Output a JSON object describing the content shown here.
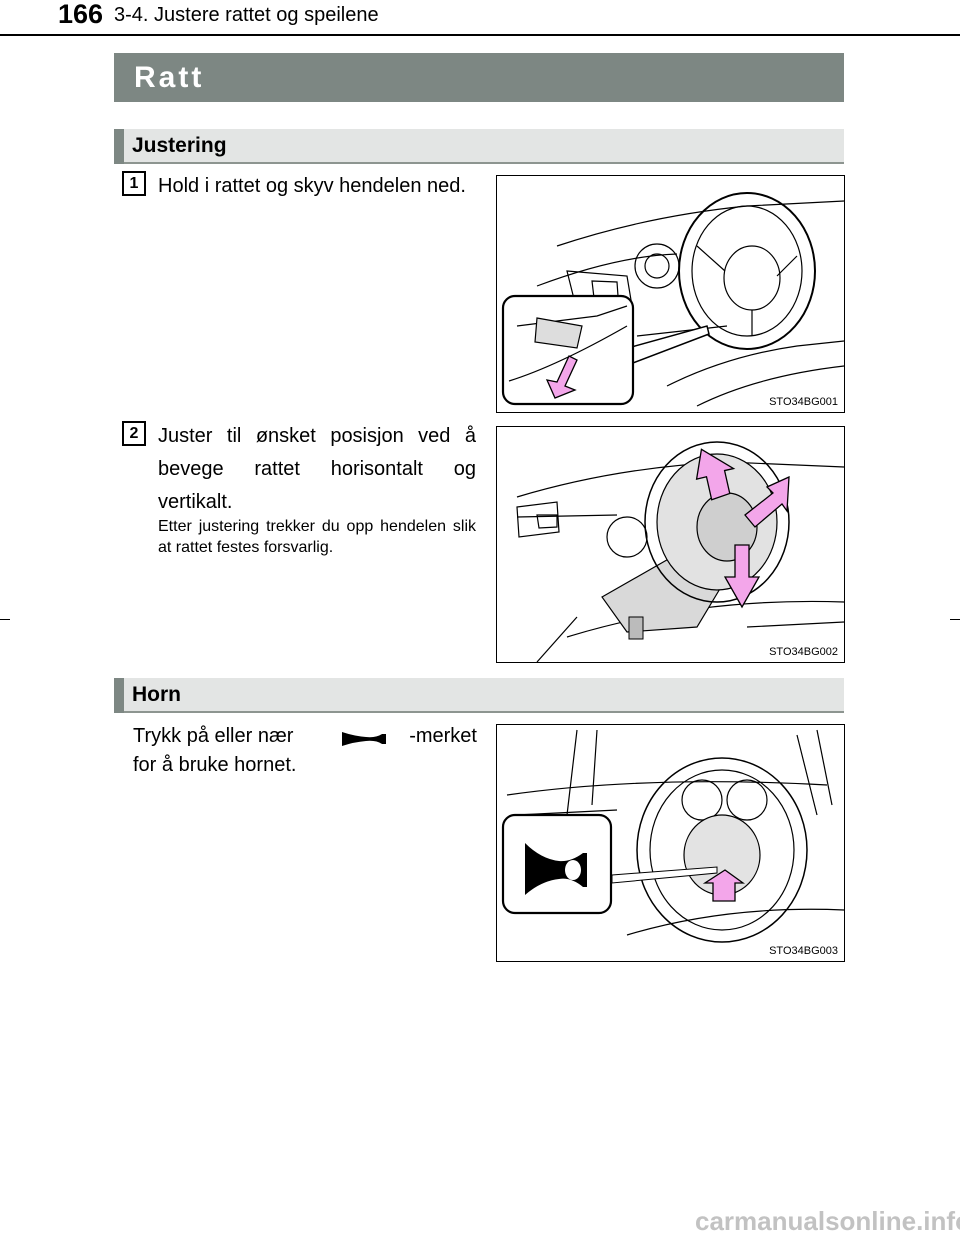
{
  "header": {
    "page_number": "166",
    "section": "3-4. Justere rattet og speilene"
  },
  "title": "Ratt",
  "sections": [
    {
      "heading": "Justering",
      "steps": [
        {
          "number": "1",
          "text": "Hold i rattet og skyv hendelen ned.",
          "figure_code": "STO34BG001"
        },
        {
          "number": "2",
          "text": "Juster til ønsket posisjon ved å bevege rattet horisontalt og vertikalt.",
          "note": "Etter justering trekker du opp hendelen slik at rattet festes forsvarlig.",
          "figure_code": "STO34BG002"
        }
      ]
    },
    {
      "heading": "Horn",
      "text_before_icon": "Trykk på eller nær",
      "text_after_icon": "-merket",
      "text_line2": "for å bruke hornet.",
      "icon": "horn-icon",
      "figure_code": "STO34BG003"
    }
  ],
  "watermark": "carmanualsonline.info",
  "colors": {
    "title_bar": "#7d8783",
    "subheader_bg": "#e3e5e4",
    "arrow": "#f3a6ea"
  }
}
